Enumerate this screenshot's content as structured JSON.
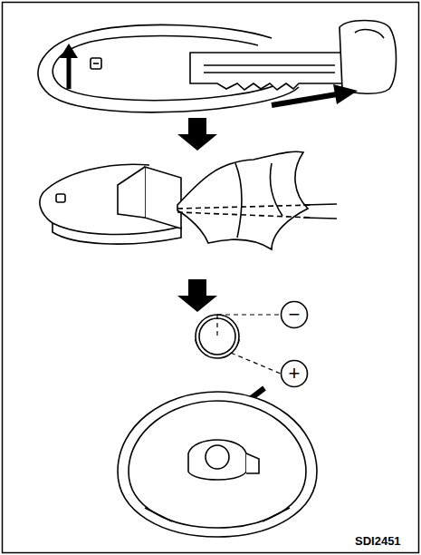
{
  "diagram": {
    "nodes": [
      {
        "text": [
          "−"
        ]
      },
      {
        "text": [
          "+"
        ]
      }
    ],
    "labels": [
      "SDI2451"
    ]
  }
}
